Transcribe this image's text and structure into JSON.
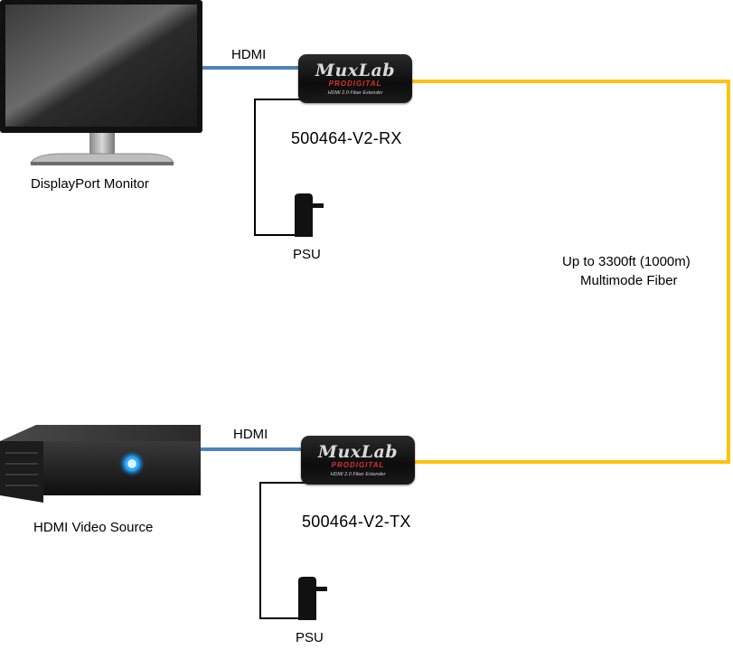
{
  "receiver": {
    "brand": "MuxLab",
    "sub_brand": "PRODIGITAL",
    "description": "HDMI 2.0 Fiber Extender",
    "model": "500464-V2-RX"
  },
  "transmitter": {
    "brand": "MuxLab",
    "sub_brand": "PRODIGITAL",
    "description": "HDMI 2.0 Fiber Extender",
    "model": "500464-V2-TX"
  },
  "monitor": {
    "label": "DisplayPort Monitor"
  },
  "source": {
    "label": "HDMI Video Source"
  },
  "links": {
    "hdmi_top": "HDMI",
    "hdmi_bottom": "HDMI",
    "psu_top": "PSU",
    "psu_bottom": "PSU",
    "fiber_line1": "Up to 3300ft (1000m)",
    "fiber_line2": "Multimode Fiber"
  },
  "colors": {
    "hdmi_cable": "#4f81bd",
    "fiber_cable": "#ffc20e",
    "power_cable": "#000000",
    "source_led": "#2aa8ff"
  }
}
